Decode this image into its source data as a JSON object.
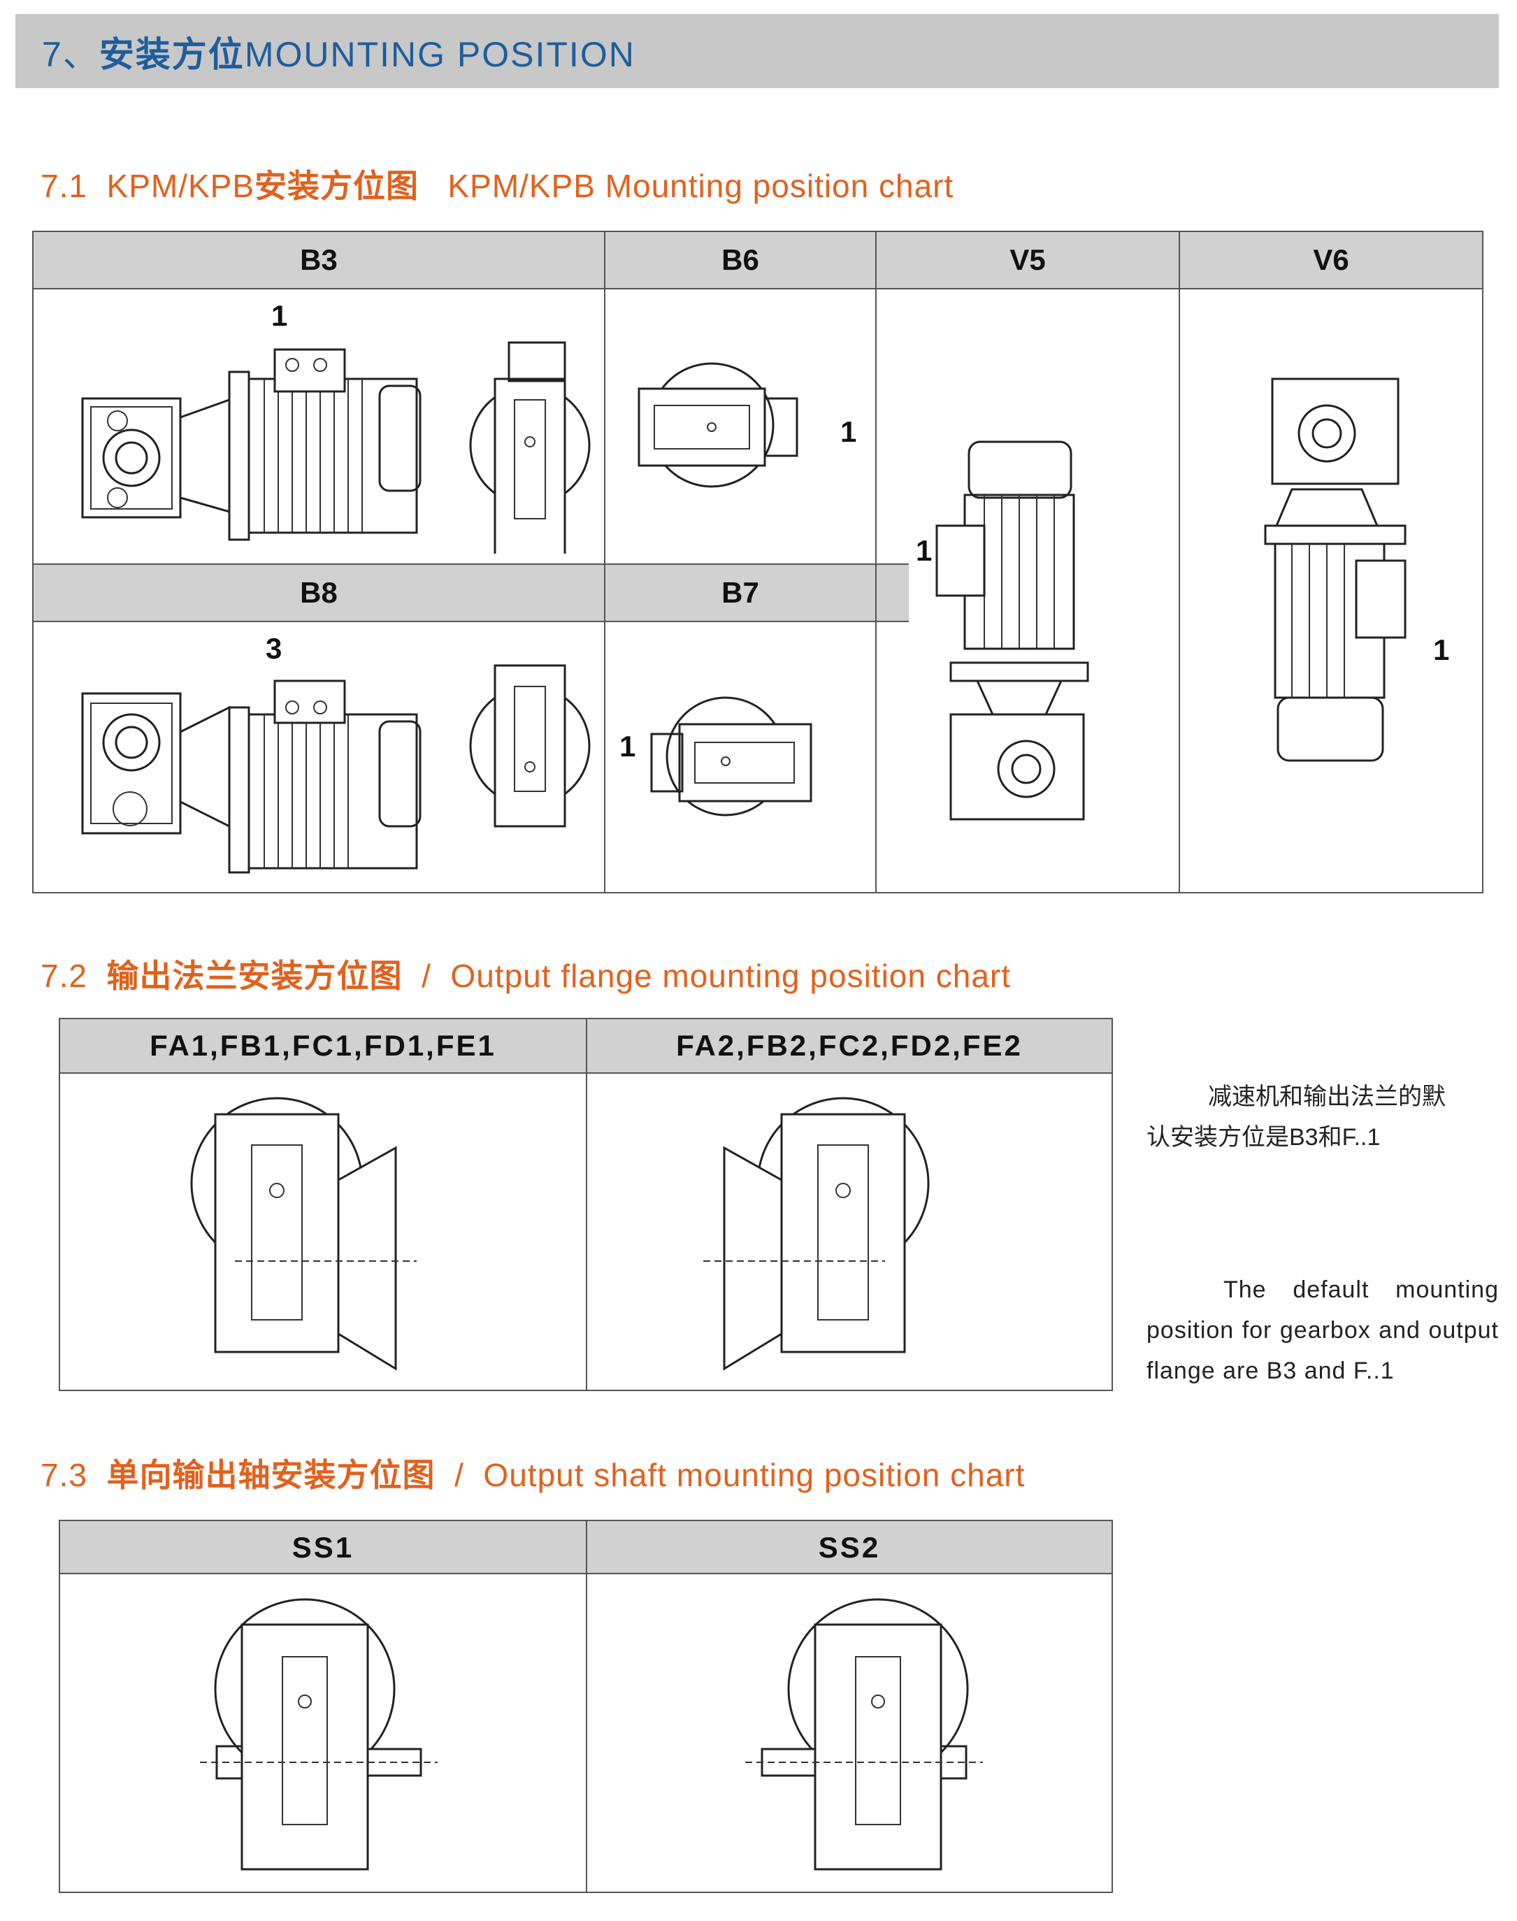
{
  "banner": {
    "number": "7、",
    "title_zh": "安装方位",
    "title_en": "MOUNTING POSITION"
  },
  "section1": {
    "number": "7.1",
    "title_prefix": "KPM/KPB",
    "title_zh": "安装方位图",
    "title_en": "KPM/KPB Mounting position chart",
    "headers": {
      "b3": "B3",
      "b6": "B6",
      "v5": "V5",
      "v6": "V6",
      "b8": "B8",
      "b7": "B7"
    },
    "callouts": {
      "b3": "1",
      "b6": "1",
      "v5": "1",
      "v6": "1",
      "b8": "3",
      "b7": "1"
    }
  },
  "section2": {
    "number": "7.2",
    "title_zh": "输出法兰安装方位图",
    "separator": "/",
    "title_en": "Output flange mounting position chart",
    "headers": [
      "FA1,FB1,FC1,FD1,FE1",
      "FA2,FB2,FC2,FD2,FE2"
    ]
  },
  "note": {
    "zh_line1": "减速机和输出法兰的默",
    "zh_line2": "认安装方位是B3和F..1",
    "en": "The default mounting position for gearbox and output flange are B3 and F..1"
  },
  "section3": {
    "number": "7.3",
    "title_zh": "单向输出轴安装方位图",
    "separator": "/",
    "title_en": "Output shaft mounting position chart",
    "headers": [
      "SS1",
      "SS2"
    ]
  }
}
